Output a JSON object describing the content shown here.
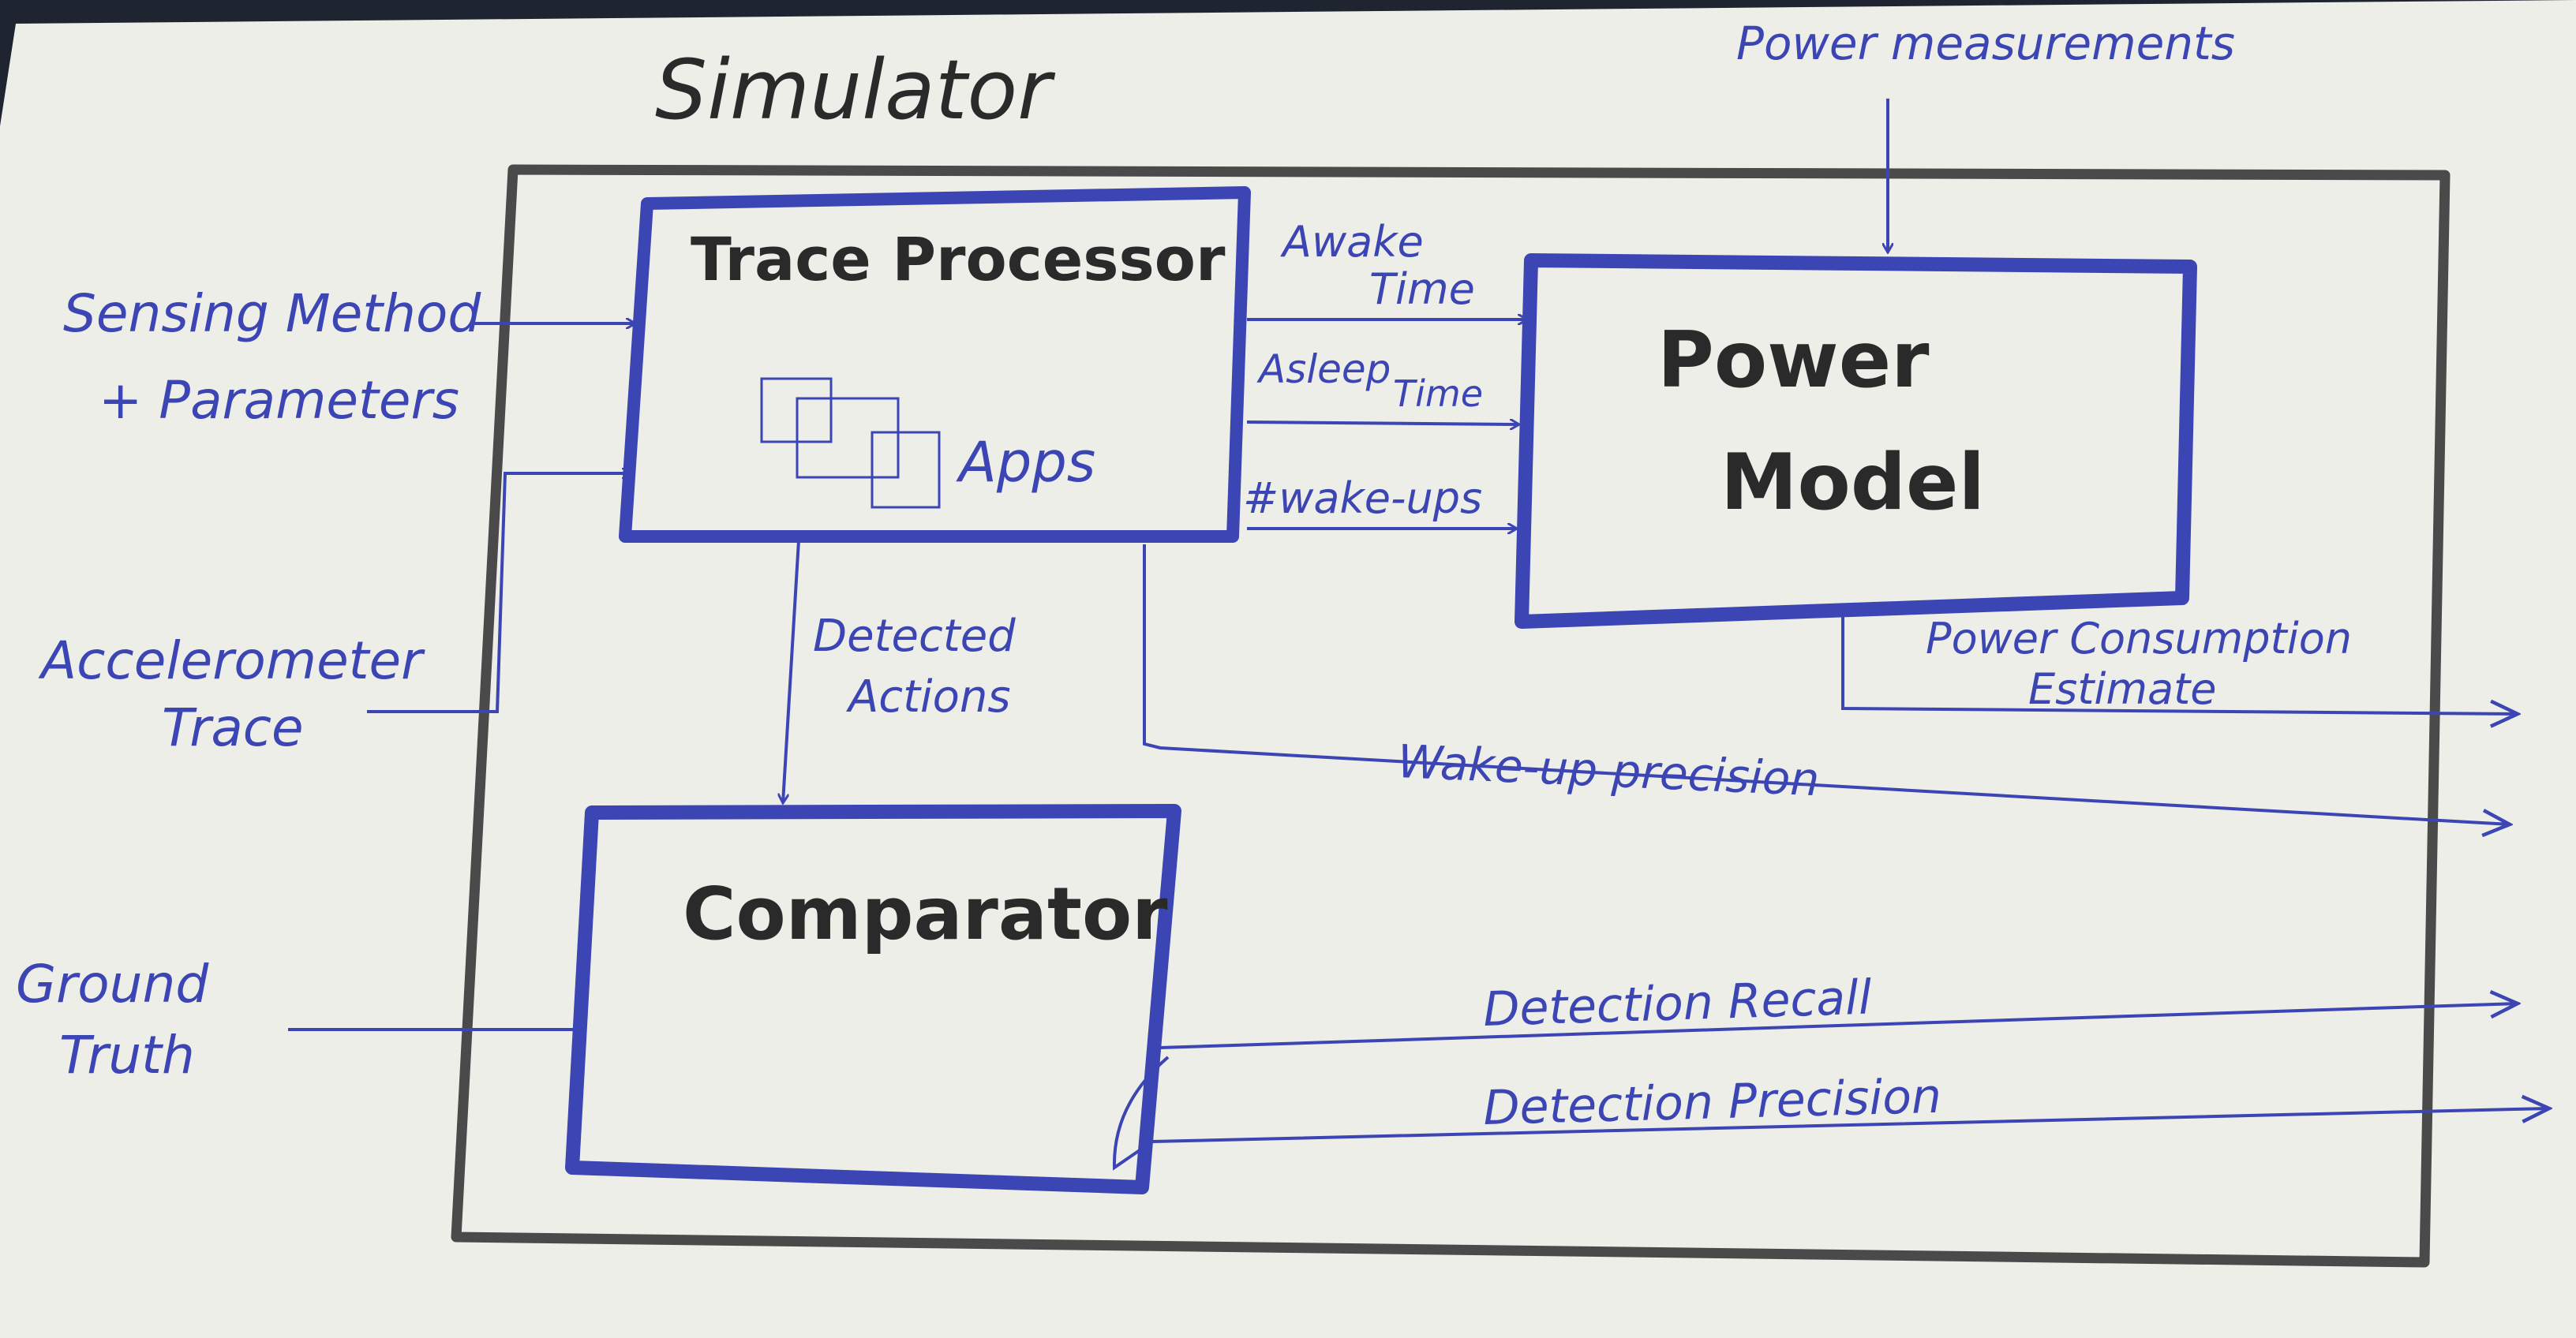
{
  "diagram": {
    "title": "Simulator",
    "external_input_top": "Power measurements",
    "blocks": {
      "trace_processor": {
        "title": "Trace Processor",
        "apps_label": "Apps"
      },
      "power_model": {
        "line1": "Power",
        "line2": "Model"
      },
      "comparator": {
        "title": "Comparator"
      }
    },
    "inputs": {
      "sensing_line1": "Sensing Method",
      "sensing_line2": "+ Parameters",
      "accel_line1": "Accelerometer",
      "accel_line2": "Trace",
      "ground_line1": "Ground",
      "ground_line2": "Truth"
    },
    "edges": {
      "awake_line1": "Awake",
      "awake_line2": "Time",
      "asleep_a": "Asleep",
      "asleep_b": "Time",
      "wakeups": "#wake-ups",
      "detected_line1": "Detected",
      "detected_line2": "Actions"
    },
    "outputs": {
      "power_line1": "Power Consumption",
      "power_line2": "Estimate",
      "wakeup_precision": "Wake-up precision",
      "detection_recall": "Detection Recall",
      "detection_precision": "Detection Precision"
    },
    "colors": {
      "paper": "#eeeee9",
      "ink_blue": "#3c45b4",
      "ink_black": "#2a2a2a",
      "frame_gray": "#4a4a4a",
      "background": "#1e2530"
    }
  }
}
